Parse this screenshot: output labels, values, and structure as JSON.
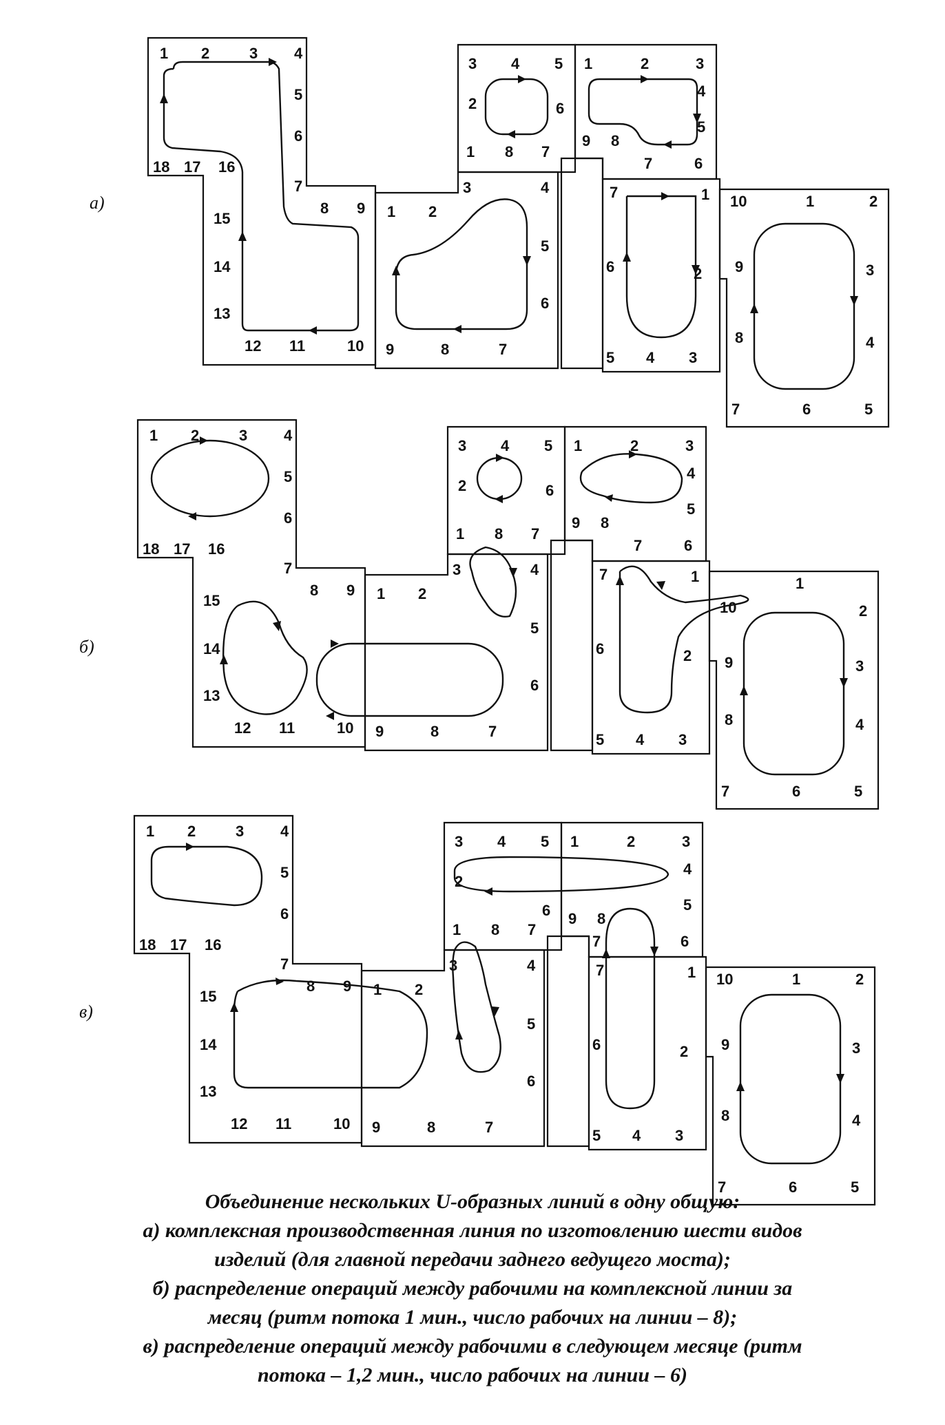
{
  "diagrams": [
    {
      "id": "a",
      "label": "а)",
      "cells": [
        {
          "id": "c1",
          "labels": [
            "1",
            "2",
            "3",
            "4",
            "5",
            "6",
            "7",
            "8",
            "9",
            "10",
            "11",
            "12",
            "13",
            "14",
            "15",
            "16",
            "17",
            "18"
          ]
        },
        {
          "id": "c2",
          "labels": [
            "1",
            "2",
            "3",
            "4",
            "5",
            "6",
            "7",
            "8",
            "9"
          ]
        },
        {
          "id": "c3",
          "labels": [
            "1",
            "2",
            "3",
            "4",
            "5",
            "6",
            "7",
            "8"
          ]
        },
        {
          "id": "c4",
          "labels": [
            "1",
            "2",
            "3",
            "4",
            "5",
            "6",
            "7",
            "8",
            "9"
          ]
        },
        {
          "id": "c5",
          "labels": [
            "1",
            "2",
            "3",
            "4",
            "5",
            "6",
            "7"
          ]
        },
        {
          "id": "c6",
          "labels": [
            "1",
            "2",
            "3",
            "4",
            "5",
            "6",
            "7",
            "8",
            "9",
            "10"
          ]
        }
      ]
    },
    {
      "id": "b",
      "label": "б)",
      "cells": [
        {
          "id": "c1",
          "labels": [
            "1",
            "2",
            "3",
            "4",
            "5",
            "6",
            "7",
            "8",
            "9",
            "10",
            "11",
            "12",
            "13",
            "14",
            "15",
            "16",
            "17",
            "18"
          ]
        },
        {
          "id": "c2",
          "labels": [
            "1",
            "2",
            "3",
            "4",
            "5",
            "6",
            "7",
            "8",
            "9"
          ]
        },
        {
          "id": "c3",
          "labels": [
            "1",
            "2",
            "3",
            "4",
            "5",
            "6",
            "7",
            "8"
          ]
        },
        {
          "id": "c4",
          "labels": [
            "1",
            "2",
            "3",
            "4",
            "5",
            "6",
            "7",
            "8",
            "9"
          ]
        },
        {
          "id": "c5",
          "labels": [
            "1",
            "2",
            "3",
            "4",
            "5",
            "6",
            "7"
          ]
        },
        {
          "id": "c6",
          "labels": [
            "1",
            "2",
            "3",
            "4",
            "5",
            "6",
            "7",
            "8",
            "9",
            "10"
          ]
        }
      ]
    },
    {
      "id": "c",
      "label": "в)",
      "cells": [
        {
          "id": "c1",
          "labels": [
            "1",
            "2",
            "3",
            "4",
            "5",
            "6",
            "7",
            "8",
            "9",
            "10",
            "11",
            "12",
            "13",
            "14",
            "15",
            "16",
            "17",
            "18"
          ]
        },
        {
          "id": "c2",
          "labels": [
            "1",
            "2",
            "3",
            "4",
            "5",
            "6",
            "7",
            "8",
            "9"
          ]
        },
        {
          "id": "c3",
          "labels": [
            "1",
            "2",
            "3",
            "4",
            "5",
            "6",
            "7",
            "8"
          ]
        },
        {
          "id": "c4",
          "labels": [
            "1",
            "2",
            "3",
            "4",
            "5",
            "6",
            "7",
            "8",
            "9"
          ]
        },
        {
          "id": "c5",
          "labels": [
            "1",
            "2",
            "3",
            "4",
            "5",
            "6",
            "7"
          ]
        },
        {
          "id": "c6",
          "labels": [
            "1",
            "2",
            "3",
            "4",
            "5",
            "6",
            "7",
            "8",
            "9",
            "10"
          ]
        }
      ]
    }
  ],
  "caption": {
    "title": "Объединение нескольких U-образных линий в одну общую:",
    "line_a1": "а) комплексная производственная линия по изготовлению шести видов",
    "line_a2": "изделий (для главной передачи заднего ведущего моста);",
    "line_b1": "б) распределение операций между рабочими на комплексной линии за",
    "line_b2": "месяц (ритм потока 1 мин., число рабочих на линии – 8);",
    "line_c1": "в) распределение операций между рабочими в следующем месяце (ритм",
    "line_c2": "потока – 1,2 мин., число рабочих на линии – 6)"
  }
}
